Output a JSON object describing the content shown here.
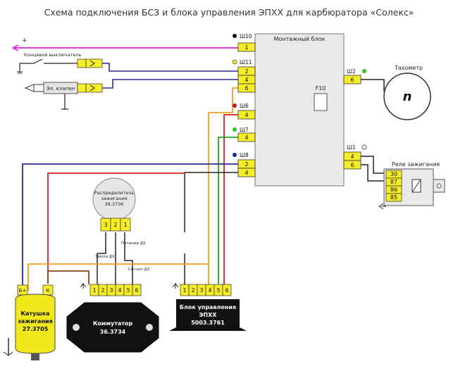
{
  "title": "Схема подключения БСЗ и блока управления ЭПХХ для карбюратора «Солекс»",
  "plus_sign": "+",
  "labels": {
    "limit_switch": "Концевой выключатель",
    "valve": "Эл. клапан",
    "mount_block": "Монтажный блок",
    "fuse": "F10",
    "tachometer": "Тахометр",
    "tacho_symbol": "n",
    "ignition_relay": "Реле зажигания",
    "distributor_line1": "Распределитель",
    "distributor_line2": "зажигания",
    "distributor_line3": "38.3706",
    "ground_dh": "Земля ДХ",
    "power_dh": "Питание ДХ",
    "signal_dh": "Сигнал ДХ",
    "coil_line1": "Катушка",
    "coil_line2": "зажигания",
    "coil_line3": "27.3705",
    "commutator_line1": "Коммутатор",
    "commutator_line2": "36.3734",
    "ecu_line1": "Блок управления",
    "ecu_line2": "ЭПХХ",
    "ecu_line3": "5003.3761"
  },
  "connectors": {
    "sh10": "Ш10",
    "sh11": "Ш11",
    "sh6": "Ш6",
    "sh7": "Ш7",
    "sh8": "Ш8",
    "sh2": "Ш2",
    "sh1": "Ш1"
  },
  "pins": {
    "sh10_1": "1",
    "sh11_2": "2",
    "sh11_4": "4",
    "sh11_6": "6",
    "sh6_4": "4",
    "sh7_4": "4",
    "sh8_2": "2",
    "sh8_4": "4",
    "sh2_6": "6",
    "sh1_4": "4",
    "sh1_6": "6",
    "relay": [
      "30",
      "87",
      "86",
      "85"
    ],
    "distributor": [
      "3",
      "2",
      "1"
    ],
    "coil_bplus": "Б+",
    "coil_k": "К",
    "commutator": [
      "1",
      "2",
      "3",
      "4",
      "5",
      "6"
    ],
    "ecu": [
      "1",
      "2",
      "3",
      "4",
      "5",
      "6"
    ]
  },
  "colors": {
    "pink": "#d63fd6",
    "red": "#d22020",
    "green": "#27a327",
    "orange": "#f0a020",
    "navy": "#2a2a8c",
    "brown": "#8b4513",
    "black": "#222222",
    "yellow": "#f5ec2a",
    "coil_yellow": "#f2e81c",
    "block_gray": "#e9e9e9",
    "dot_black": "#111111",
    "dot_yellow": "#f5ec2a",
    "dot_red": "#c01818",
    "dot_green": "#27c627",
    "dot_blue": "#1a2a9c"
  }
}
